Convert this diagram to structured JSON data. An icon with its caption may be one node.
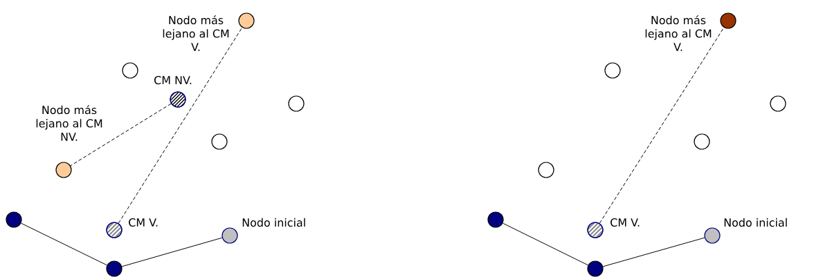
{
  "diagram": {
    "nodes": [
      {
        "text": [],
        "shape": "circle",
        "beside": [
          "Nodo más lejano al CM V."
        ]
      },
      {
        "text": [],
        "shape": "circle"
      },
      {
        "text": [],
        "shape": "circle",
        "beside": [
          "CM NV."
        ]
      },
      {
        "text": [],
        "shape": "circle"
      },
      {
        "text": [],
        "shape": "circle",
        "beside": [
          "Nodo más lejano al CM NV."
        ]
      },
      {
        "text": [],
        "shape": "circle"
      },
      {
        "text": [],
        "shape": "circle"
      },
      {
        "text": [],
        "shape": "circle",
        "beside": [
          "CM V."
        ]
      },
      {
        "text": [],
        "shape": "circle",
        "beside": [
          "Nodo inicial"
        ]
      },
      {
        "text": [],
        "shape": "circle"
      },
      {
        "text": [],
        "shape": "circle",
        "beside": [
          "Nodo más lejano al CM V."
        ]
      },
      {
        "text": [],
        "shape": "circle"
      },
      {
        "text": [],
        "shape": "circle"
      },
      {
        "text": [],
        "shape": "circle"
      },
      {
        "text": [],
        "shape": "circle"
      },
      {
        "text": [],
        "shape": "circle"
      },
      {
        "text": [],
        "shape": "circle",
        "beside": [
          "CM V."
        ]
      },
      {
        "text": [],
        "shape": "circle",
        "beside": [
          "Nodo inicial"
        ]
      },
      {
        "text": [],
        "shape": "circle"
      }
    ],
    "edges": [
      {
        "from": 7,
        "to": 0,
        "arrow": "none",
        "style": "dashed"
      },
      {
        "from": 2,
        "to": 4,
        "arrow": "none",
        "style": "dashed"
      },
      {
        "from": 6,
        "to": 9,
        "arrow": "none"
      },
      {
        "from": 9,
        "to": 8,
        "arrow": "none"
      },
      {
        "from": 16,
        "to": 10,
        "arrow": "none",
        "style": "dashed"
      },
      {
        "from": 15,
        "to": 18,
        "arrow": "none"
      },
      {
        "from": 18,
        "to": 17,
        "arrow": "none"
      }
    ]
  }
}
